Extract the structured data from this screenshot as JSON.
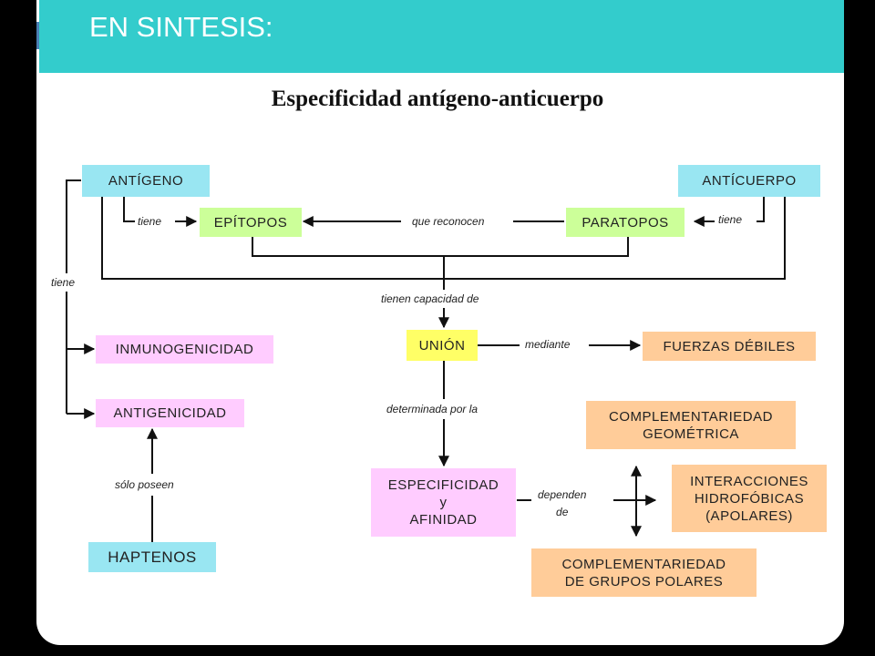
{
  "header": {
    "title": "EN SINTESIS:"
  },
  "diagram": {
    "title": "Especificidad antígeno-anticuerpo",
    "nodes": {
      "antigeno": "ANTÍGENO",
      "anticuerpo": "ANTÍCUERPO",
      "epitopos": "EPÍTOPOS",
      "paratopos": "PARATOPOS",
      "inmunogenicidad": "INMUNOGENICIDAD",
      "antigenicidad": "ANTIGENICIDAD",
      "haptenos": "HAPTENOS",
      "union": "UNIÓN",
      "fuerzas": "FUERZAS DÉBILES",
      "especificidad": "ESPECIFICIDAD\ny\nAFINIDAD",
      "comp_geometrica": "COMPLEMENTARIEDAD\nGEOMÉTRICA",
      "interacciones": "INTERACCIONES\nHIDROFÓBICAS\n(APOLARES)",
      "comp_polares": "COMPLEMENTARIEDAD\nDE GRUPOS POLARES"
    },
    "edges": {
      "tiene_left": "tiene",
      "tiene_right": "tiene",
      "que_reconocen": "que reconocen",
      "tiene_side": "tiene",
      "tienen_capacidad": "tienen capacidad de",
      "mediante": "mediante",
      "determinada": "determinada por la",
      "solo_poseen": "sólo poseen",
      "dependen_de": "dependen\nde"
    }
  }
}
